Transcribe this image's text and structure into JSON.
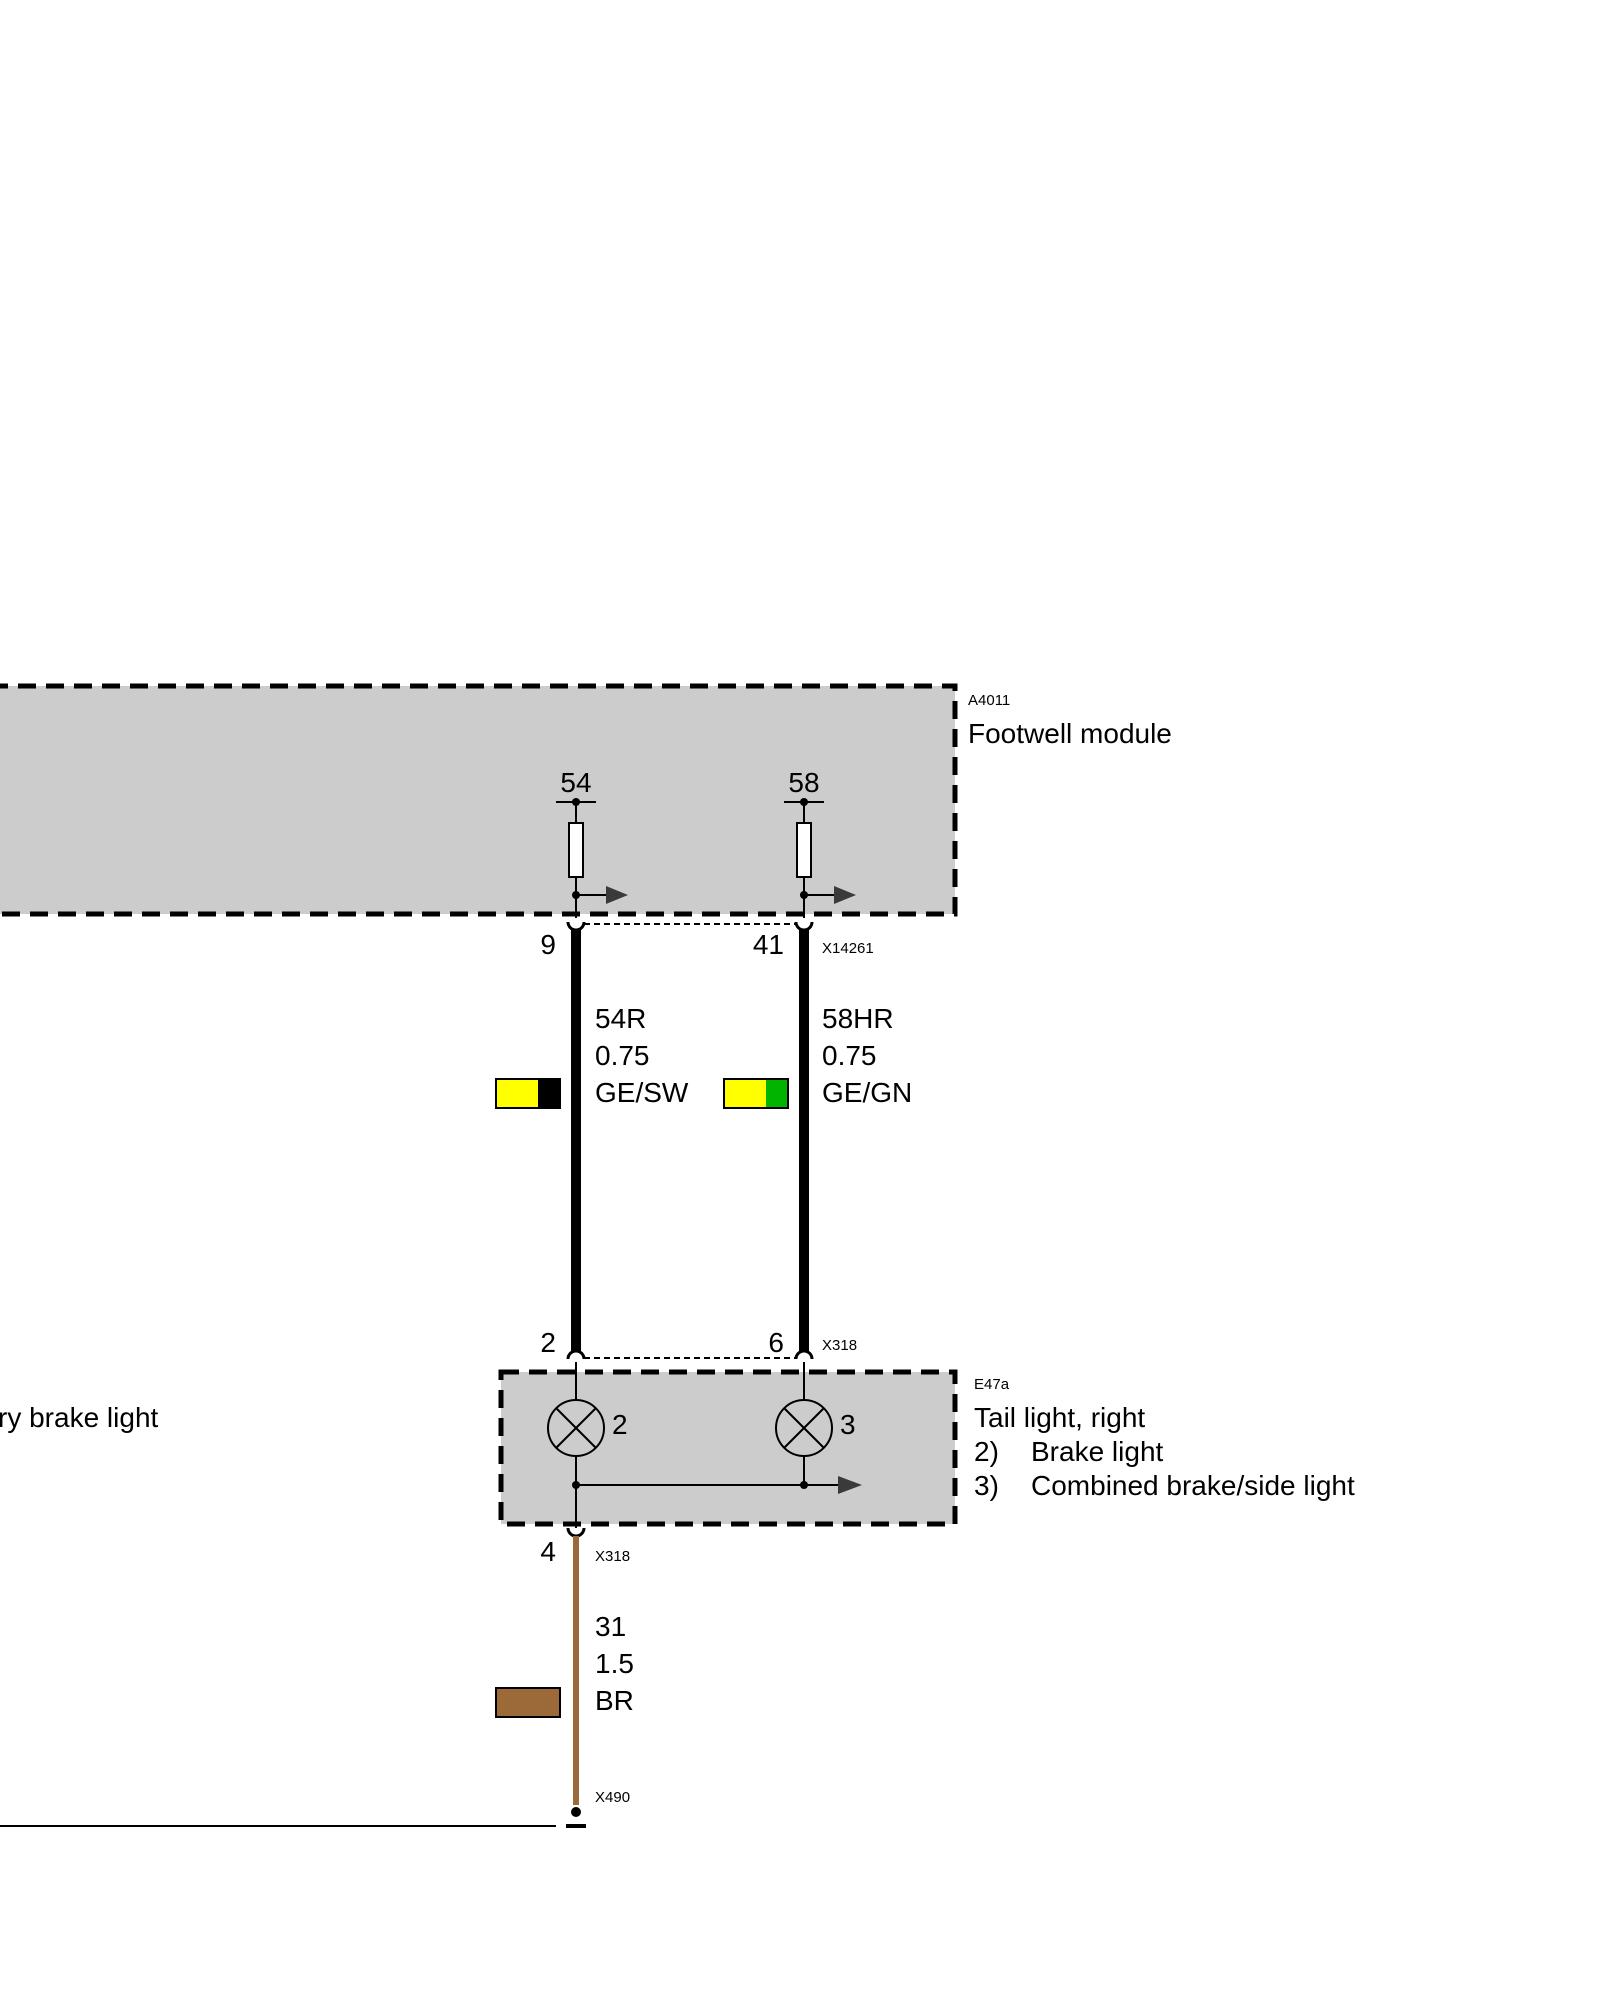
{
  "footwell_module": {
    "code": "A4011",
    "name": "Footwell module",
    "pins": [
      "54",
      "58"
    ]
  },
  "connector_top": {
    "code": "X14261",
    "pin_left": "9",
    "pin_right": "41"
  },
  "wire_54r": {
    "circuit": "54R",
    "size": "0.75",
    "color_code": "GE/SW",
    "colors": [
      "#ffff00",
      "#000000"
    ]
  },
  "wire_58hr": {
    "circuit": "58HR",
    "size": "0.75",
    "color_code": "GE/GN",
    "colors": [
      "#ffff00",
      "#00b400"
    ]
  },
  "connector_mid": {
    "code": "X318",
    "pin_left": "2",
    "pin_right": "6"
  },
  "tail_light": {
    "code": "E47a",
    "title": "Tail light, right",
    "items": [
      {
        "num": "2)",
        "text": "Brake light"
      },
      {
        "num": "3)",
        "text": "Combined brake/side light"
      }
    ],
    "lamp_left": "2",
    "lamp_right": "3"
  },
  "partial_label": "ry brake light",
  "connector_bottom": {
    "code": "X318",
    "pin": "4"
  },
  "wire_31": {
    "circuit": "31",
    "size": "1.5",
    "color_code": "BR",
    "colors": [
      "#9c6a38"
    ]
  },
  "ground": {
    "code": "X490"
  }
}
